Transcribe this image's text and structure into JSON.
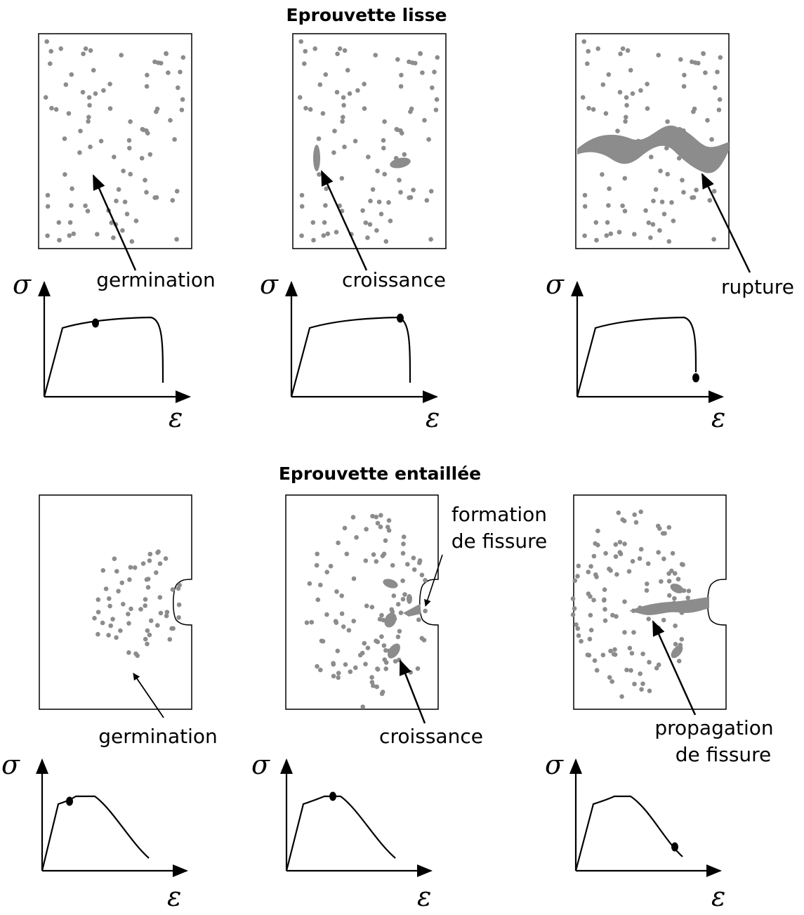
{
  "colors": {
    "particle": "#8c8c8c",
    "ink": "#000000",
    "background": "#ffffff"
  },
  "axes": {
    "stress_symbol": "σ",
    "strain_symbol": "ε"
  },
  "smooth": {
    "title": "Eprouvette lisse",
    "stages": [
      {
        "label": "germination"
      },
      {
        "label": "croissance"
      },
      {
        "label": "rupture"
      }
    ]
  },
  "notched": {
    "title": "Eprouvette entaillée",
    "stages": [
      {
        "label": "germination"
      },
      {
        "label": "croissance",
        "extra_label_1": "formation",
        "extra_label_2": "de fissure"
      },
      {
        "label_1": "propagation",
        "label_2": "de fissure"
      }
    ]
  }
}
